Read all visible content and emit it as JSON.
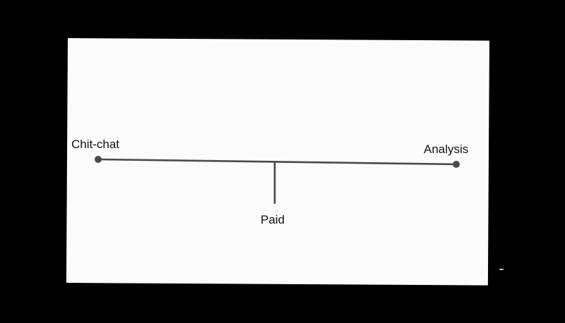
{
  "diagram": {
    "left_label": "Chit-chat",
    "right_label": "Analysis",
    "middle_label": "Paid"
  },
  "colors": {
    "background": "#000000",
    "card": "#fbfbfb",
    "line": "#4a4a4a",
    "text": "#111111"
  }
}
